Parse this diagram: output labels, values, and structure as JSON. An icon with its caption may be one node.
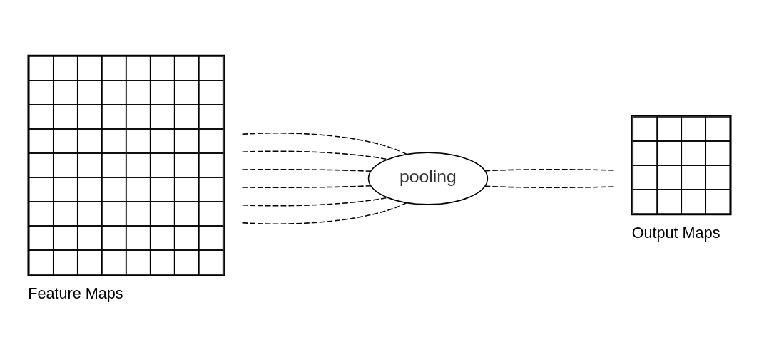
{
  "diagram": {
    "nodes": [
      {
        "text": [],
        "shape": "picture",
        "beside": [
          "Feature Maps"
        ]
      },
      {
        "text": [
          "pooling"
        ]
      },
      {
        "text": [],
        "shape": "picture",
        "beside": [
          "Output Maps"
        ]
      }
    ],
    "edges": [
      {
        "from": 0,
        "to": 1,
        "arrow": "none",
        "style": "dashed"
      },
      {
        "from": 0,
        "to": 1,
        "arrow": "none",
        "style": "dashed"
      },
      {
        "from": 0,
        "to": 1,
        "arrow": "none",
        "style": "dashed"
      },
      {
        "from": 0,
        "to": 1,
        "arrow": "none",
        "style": "dashed"
      },
      {
        "from": 0,
        "to": 1,
        "arrow": "none",
        "style": "dashed"
      },
      {
        "from": 0,
        "to": 1,
        "arrow": "none",
        "style": "dashed"
      },
      {
        "from": 1,
        "to": 2,
        "arrow": "none",
        "style": "dashed"
      },
      {
        "from": 1,
        "to": 2,
        "arrow": "none",
        "style": "dashed"
      }
    ]
  }
}
